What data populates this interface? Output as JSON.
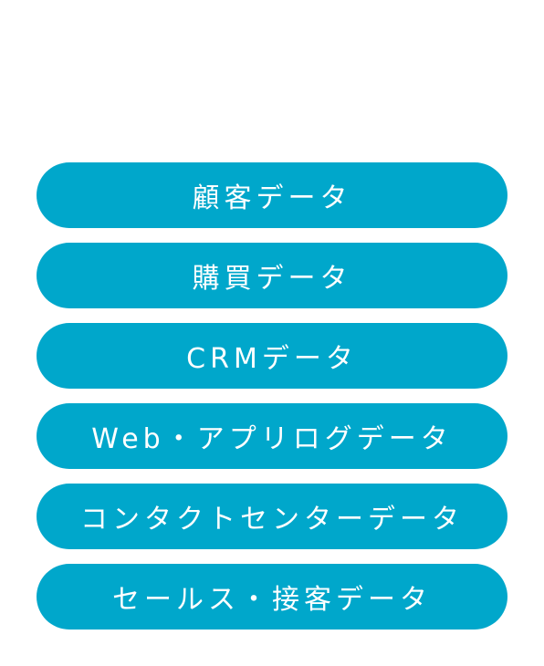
{
  "colors": {
    "accent": "#00a7cb",
    "text": "#ffffff",
    "background": "#ffffff"
  },
  "items": [
    {
      "label": "顧客データ"
    },
    {
      "label": "購買データ"
    },
    {
      "label": "CRMデータ"
    },
    {
      "label": "Web・アプリログデータ"
    },
    {
      "label": "コンタクトセンターデータ"
    },
    {
      "label": "セールス・接客データ"
    }
  ]
}
